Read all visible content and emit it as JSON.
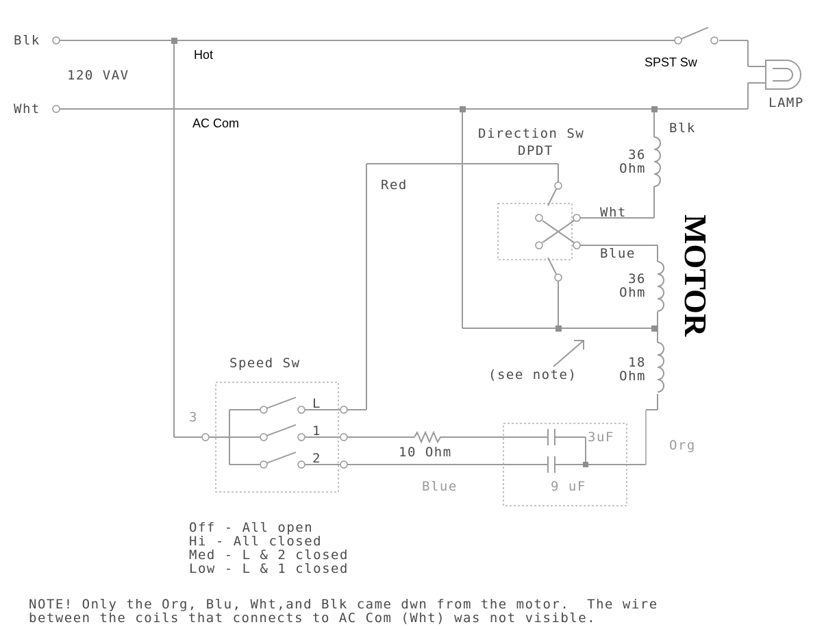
{
  "labels": {
    "blk_in": "Blk",
    "wht_in": "Wht",
    "supply": "120 VAV",
    "hot": "Hot",
    "ac_com": "AC Com",
    "spst": "SPST Sw",
    "lamp": "LAMP",
    "dir_sw": "Direction Sw",
    "dpdt": "DPDT",
    "red": "Red",
    "motor_blk": "Blk",
    "motor_wht": "Wht",
    "motor_blue": "Blue",
    "coil1_val": "36",
    "coil1_unit": "Ohm",
    "coil2_val": "36",
    "coil2_unit": "Ohm",
    "coil3_val": "18",
    "coil3_unit": "Ohm",
    "motor": "MOTOR",
    "see_note": "(see note)",
    "speed_sw": "Speed Sw",
    "pos_3": "3",
    "pos_L": "L",
    "pos_1": "1",
    "pos_2": "2",
    "resistor": "10 Ohm",
    "cap_small": "3uF",
    "cap_large": "9 uF",
    "org": "Org",
    "blue_bottom": "Blue"
  },
  "speed_table": [
    "Off - All open",
    "Hi - All closed",
    "Med - L & 2 closed",
    "Low - L & 1 closed"
  ],
  "note": [
    "NOTE! Only the Org, Blu, Wht,and Blk came dwn from the motor.  The wire",
    "between the coils that connects to AC Com (Wht) was not visible."
  ]
}
